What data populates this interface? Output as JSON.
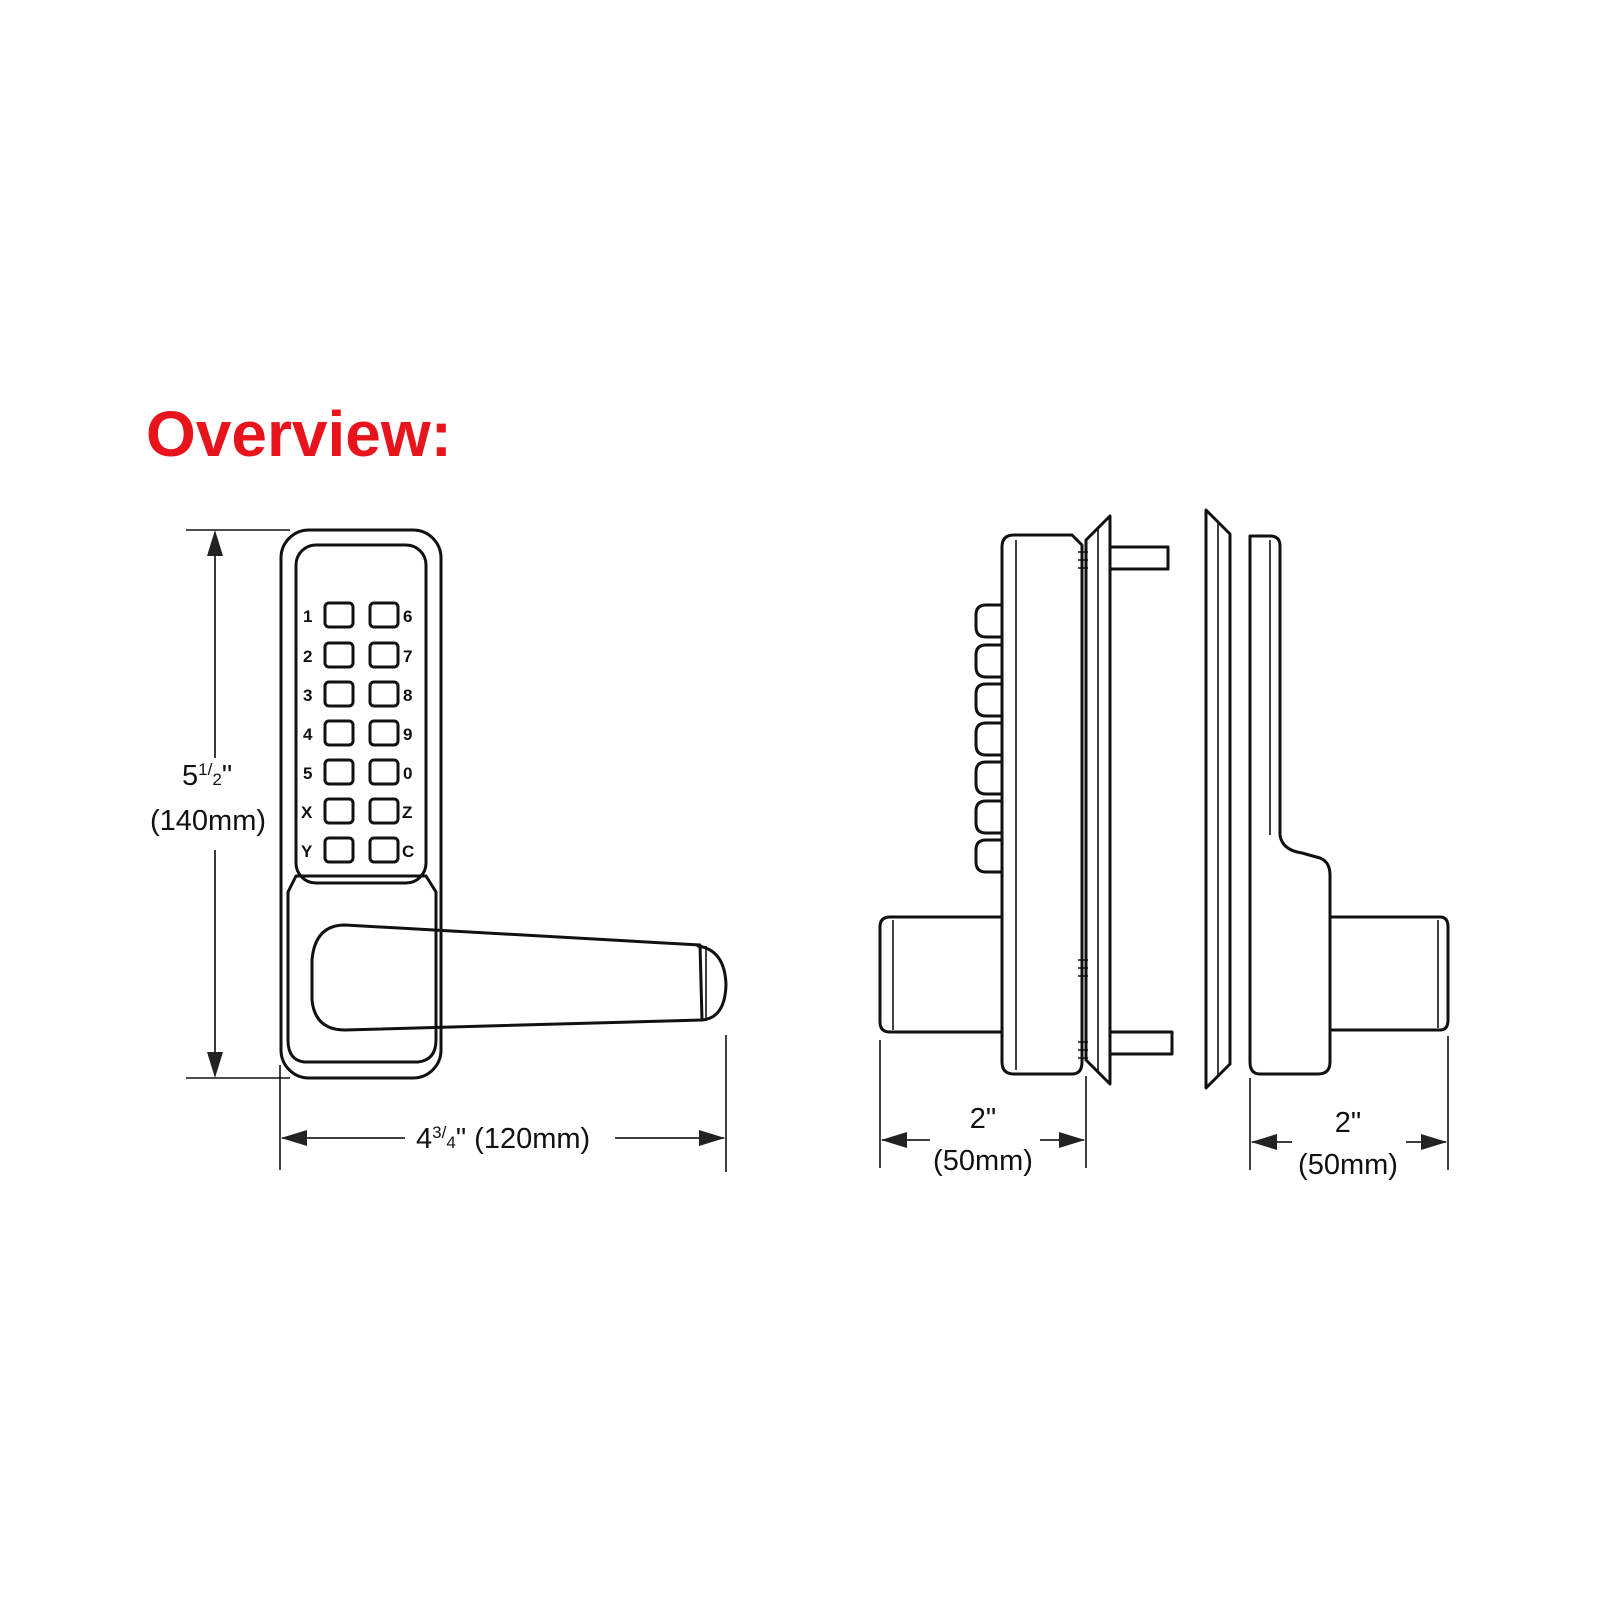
{
  "title": "Overview:",
  "title_color": "#e8141b",
  "front_view": {
    "keypad_left_labels": [
      "1",
      "2",
      "3",
      "4",
      "5",
      "X",
      "Y"
    ],
    "keypad_right_labels": [
      "6",
      "7",
      "8",
      "9",
      "0",
      "Z",
      "C"
    ],
    "height_dim": {
      "whole": "5",
      "frac_num": "1",
      "frac_den": "2",
      "unit": "\"",
      "metric": "(140mm)"
    },
    "width_dim": {
      "whole": "4",
      "frac_num": "3",
      "frac_den": "4",
      "unit": "\"",
      "metric": "(120mm)"
    }
  },
  "side_view": {
    "outside_depth": {
      "imperial": "2\"",
      "metric": "(50mm)"
    },
    "inside_depth": {
      "imperial": "2\"",
      "metric": "(50mm)"
    }
  }
}
